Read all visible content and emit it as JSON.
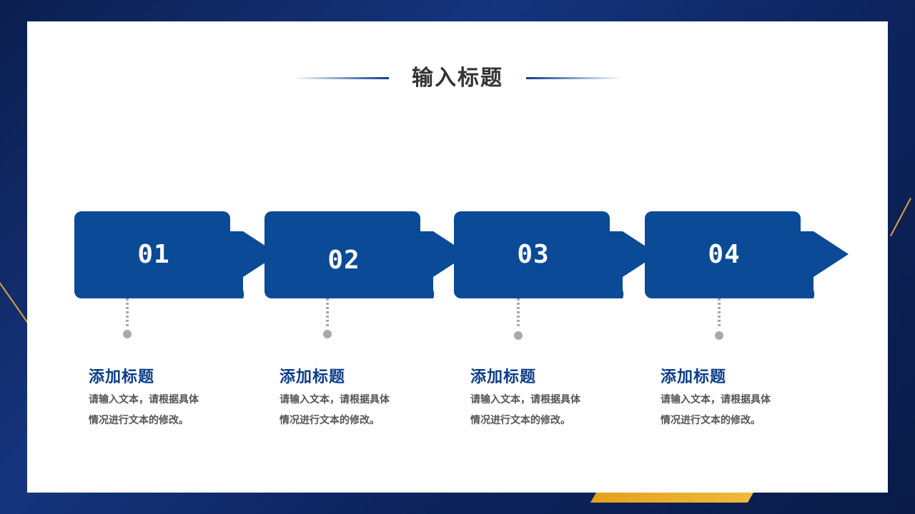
{
  "header": {
    "title": "输入标题"
  },
  "colors": {
    "primary": "#0a4a96",
    "gold": "#e4a21c",
    "dark_bg": "#0f2a66"
  },
  "steps": [
    {
      "number": "01",
      "title": "添加标题",
      "desc_line1": "请输入文本，请根据具体",
      "desc_line2": "情况进行文本的修改。"
    },
    {
      "number": "02",
      "title": "添加标题",
      "desc_line1": "请输入文本，请根据具体",
      "desc_line2": "情况进行文本的修改。"
    },
    {
      "number": "03",
      "title": "添加标题",
      "desc_line1": "请输入文本，请根据具体",
      "desc_line2": "情况进行文本的修改。"
    },
    {
      "number": "04",
      "title": "添加标题",
      "desc_line1": "请输入文本，请根据具体",
      "desc_line2": "情况进行文本的修改。"
    }
  ]
}
